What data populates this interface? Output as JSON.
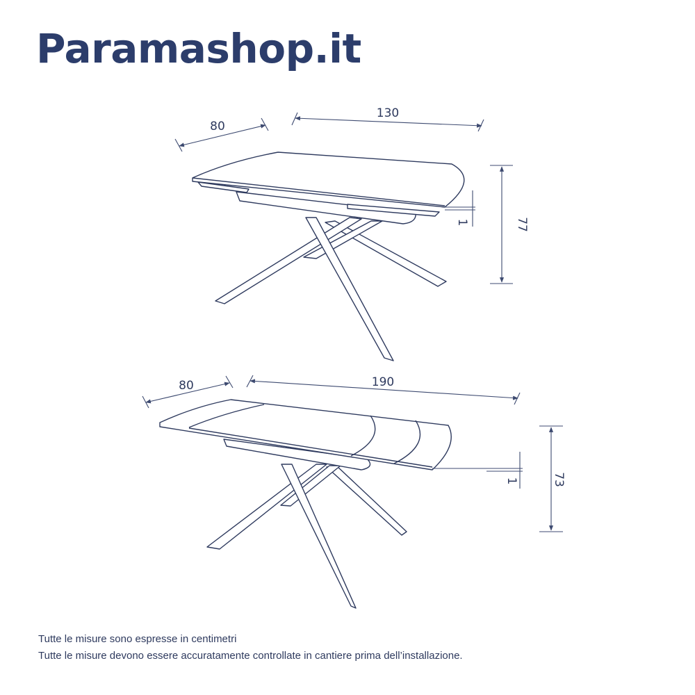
{
  "brand": {
    "logo_text": "Paramashop.it",
    "color": "#2c3d6b"
  },
  "diagrams": [
    {
      "name": "closed-table",
      "depth": "80",
      "length": "130",
      "height": "77",
      "top_thickness": "1"
    },
    {
      "name": "extended-table",
      "depth": "80",
      "length": "190",
      "height": "73",
      "top_thickness": "1"
    }
  ],
  "notes": [
    "Tutte le misure sono espresse in centimetri",
    "Tutte le misure devono essere accuratamente controllate in cantiere prima dell’installazione."
  ]
}
